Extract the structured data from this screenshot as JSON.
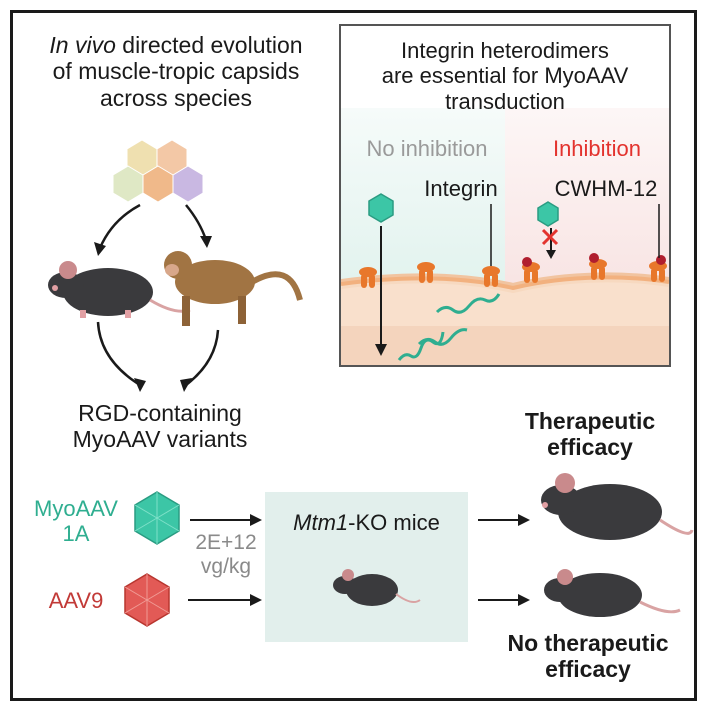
{
  "left_title": {
    "italic": "In vivo",
    "rest": "directed evolution",
    "line2": "of muscle-tropic capsids",
    "line3": "across species"
  },
  "inset": {
    "title_line1": "Integrin heterodimers",
    "title_line2": "are essential for MyoAAV",
    "title_line3": "transduction",
    "no_inhibition": "No inhibition",
    "inhibition": "Inhibition",
    "integrin_label": "Integrin",
    "inhibitor_label": "CWHM-12",
    "colors": {
      "no_inhibition": "#9a9a9a",
      "inhibition": "#e3332e",
      "receptor": "#e8772b",
      "capsid": "#3cc6a6"
    }
  },
  "rgd": {
    "line1": "RGD-containing",
    "line2": "MyoAAV variants"
  },
  "treatment": {
    "myoaav_line1": "MyoAAV",
    "myoaav_line2": "1A",
    "aav9": "AAV9",
    "dose_line1": "2E+12",
    "dose_line2": "vg/kg",
    "model_italic": "Mtm1",
    "model_rest": "-KO mice",
    "colors": {
      "myoaav": "#2fae90",
      "aav9": "#c23a37",
      "dose": "#8a8a8a"
    }
  },
  "outcomes": {
    "positive_line1": "Therapeutic",
    "positive_line2": "efficacy",
    "negative_line1": "No therapeutic",
    "negative_line2": "efficacy"
  }
}
